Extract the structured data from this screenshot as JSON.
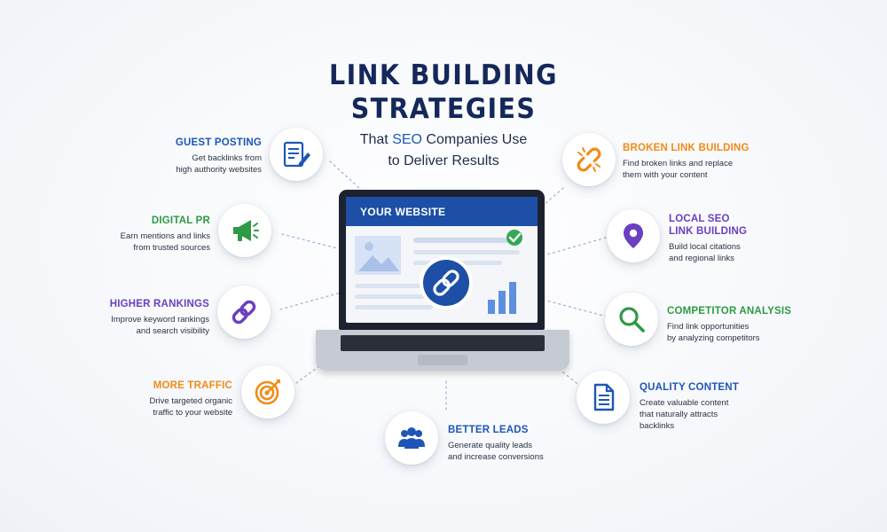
{
  "title": {
    "line1": "LINK BUILDING",
    "line2": "STRATEGIES",
    "subtitle_pre": "That ",
    "subtitle_accent": "SEO",
    "subtitle_post": " Companies Use",
    "subtitle_line2": "to Deliver Results"
  },
  "laptop": {
    "screen_header": "YOUR WEBSITE"
  },
  "strategies": {
    "guest_posting": {
      "title": "GUEST POSTING",
      "desc1": "Get backlinks from",
      "desc2": "high authority websites",
      "color": "#1e56b7",
      "icon": "article-edit-icon"
    },
    "digital_pr": {
      "title": "DIGITAL PR",
      "desc1": "Earn mentions and links",
      "desc2": "from trusted sources",
      "color": "#2e9a45",
      "icon": "megaphone-icon"
    },
    "higher_rankings": {
      "title": "HIGHER RANKINGS",
      "desc1": "Improve keyword rankings",
      "desc2": "and search visibility",
      "color": "#6a3fc1",
      "icon": "link-icon"
    },
    "more_traffic": {
      "title": "MORE TRAFFIC",
      "desc1": "Drive targeted organic",
      "desc2": "traffic to your website",
      "color": "#f28a17",
      "icon": "target-icon"
    },
    "better_leads": {
      "title": "BETTER LEADS",
      "desc1": "Generate quality leads",
      "desc2": "and increase conversions",
      "color": "#1e56b7",
      "icon": "people-icon"
    },
    "broken_link": {
      "title": "BROKEN LINK BUILDING",
      "desc1": "Find broken links and replace",
      "desc2": "them with your content",
      "color": "#f28a17",
      "icon": "broken-link-icon"
    },
    "local_seo": {
      "title1": "LOCAL SEO",
      "title2": "LINK BUILDING",
      "desc1": "Build local citations",
      "desc2": "and regional links",
      "color": "#6a3fc1",
      "icon": "location-pin-icon"
    },
    "competitor": {
      "title": "COMPETITOR ANALYSIS",
      "desc1": "Find link opportunities",
      "desc2": "by analyzing competitors",
      "color": "#2e9a45",
      "icon": "magnifier-icon"
    },
    "quality_content": {
      "title": "QUALITY CONTENT",
      "desc1": "Create valuable content",
      "desc2": "that naturally attracts",
      "desc3": "backlinks",
      "color": "#1e56b7",
      "icon": "document-icon"
    }
  }
}
